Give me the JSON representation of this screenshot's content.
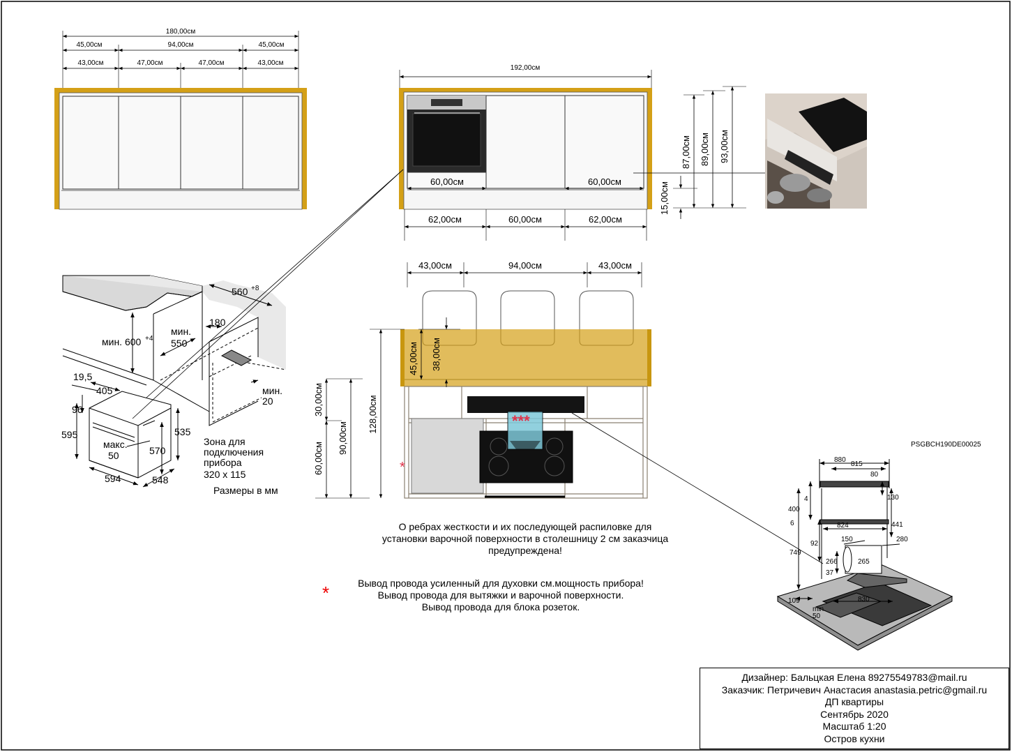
{
  "front_view": {
    "overall_width": "180,00см",
    "row1": [
      "45,00см",
      "94,00см",
      "45,00см"
    ],
    "row2": [
      "43,00см",
      "47,00см",
      "47,00см",
      "43,00см"
    ]
  },
  "back_view": {
    "overall_width": "192,00см",
    "oven_width": "60,00см",
    "drawer_width": "60,00см",
    "bottom": [
      "62,00см",
      "60,00см",
      "62,00см"
    ],
    "heights": [
      "87,00см",
      "89,00см",
      "93,00см"
    ],
    "plinth_height": "15,00см"
  },
  "top_view": {
    "top_dims": [
      "43,00см",
      "94,00см",
      "43,00см"
    ],
    "overhang_45": "45,00см",
    "overhang_38": "38,00см",
    "height_30": "30,00см",
    "height_60": "60,00см",
    "height_90": "90,00см",
    "height_128": "128,00см",
    "stars": "***",
    "single_star": "*"
  },
  "oven_spec": {
    "dims": {
      "d560": "560",
      "d560_sup": "+8",
      "d180": "180",
      "min600": "мин. 600",
      "min600_sup": "+4",
      "min550_a": "мин.",
      "min550_b": "550",
      "d19_5": "19,5",
      "d405": "405",
      "d96": "96",
      "d595": "595",
      "d535": "535",
      "d570": "570",
      "max50_a": "макс.",
      "max50_b": "50",
      "d594": "594",
      "d548": "548",
      "min20_a": "мин.",
      "min20_b": "20"
    },
    "zone": [
      "Зона для",
      "подключения",
      "прибора",
      "320 x 115"
    ],
    "units": "Размеры в мм"
  },
  "hood_spec": {
    "model": "PSGBCH190DE00025",
    "dims": {
      "d880": "880",
      "d815": "815",
      "d80": "80",
      "d4": "4",
      "d400": "400",
      "d130": "130",
      "d6": "6",
      "d824": "824",
      "d441": "441",
      "d92": "92",
      "d150": "150",
      "d280": "280",
      "d749": "749",
      "d266": "266",
      "d265": "265",
      "d37": "37",
      "d830": "830",
      "d109": "109",
      "min50_a": "min.",
      "min50_b": "50"
    }
  },
  "notes": {
    "ribs": [
      "О ребрах жесткости и их последующей распиловке для",
      "установки варочной поверхности в столешницу 2 см заказчица",
      "предупреждена!"
    ],
    "wiring": [
      "Вывод провода усиленный для духовки см.мощность прибора!",
      "Вывод провода для вытяжки и варочной поверхности.",
      "Вывод провода для блока розеток."
    ],
    "star": "*"
  },
  "stamp": {
    "designer": "Дизайнер: Бальцкая Елена 89275549783@mail.ru",
    "client": "Заказчик: Петричевич Анастасия anastasia.petric@gmail.ru",
    "project": "ДП квартиры",
    "date": "Сентябрь 2020",
    "scale": "Масштаб 1:20",
    "title": "Остров кухни"
  },
  "colors": {
    "countertop": "#d4a017",
    "countertop_fill": "#e6c35c",
    "glass": "#7ec8d8",
    "star": "#e0334a"
  }
}
